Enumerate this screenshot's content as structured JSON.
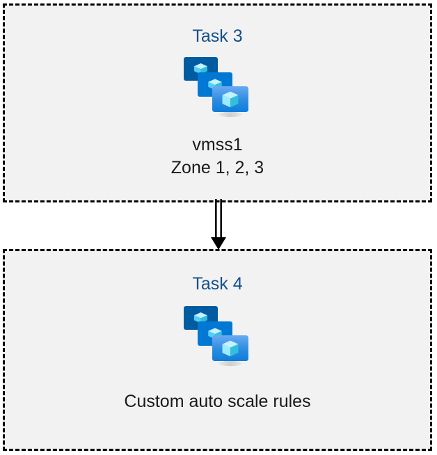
{
  "diagram": {
    "type": "flow",
    "background_color": "#ffffff",
    "box_fill_color": "#f2f2f2",
    "box_border_color": "#000000",
    "title_color": "#14508c",
    "caption_color": "#1a1a1a",
    "boxes": [
      {
        "id": "task3",
        "title": "Task 3",
        "icon": "azure-vm-scale-set-icon",
        "captions": [
          "vmss1",
          "Zone 1, 2, 3"
        ]
      },
      {
        "id": "task4",
        "title": "Task 4",
        "icon": "azure-vm-scale-set-icon",
        "captions": [
          "Custom auto scale rules"
        ]
      }
    ],
    "connector": {
      "from": "task3",
      "to": "task4",
      "style": "double-line-arrow-down",
      "color": "#000000"
    }
  },
  "icon_colors": {
    "monitor_back": "#005ba1",
    "monitor_middle": "#0078d4",
    "monitor_front_top": "#5ea0ef",
    "monitor_front_bottom": "#0f7ddb",
    "cube_light": "#c3f1ff",
    "cube_mid": "#9cebff",
    "cube_dark": "#32bedd",
    "stand_light": "#e6e6e6",
    "stand_dark": "#949494"
  }
}
